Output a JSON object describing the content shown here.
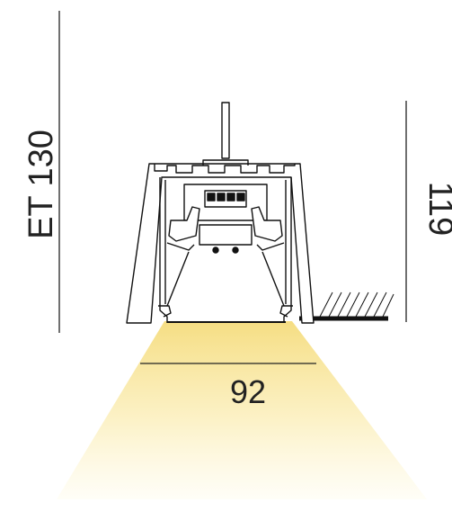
{
  "dimensions": {
    "height_left_label": "ET 130",
    "height_right_label": "119",
    "width_label": "92"
  },
  "colors": {
    "line": "#222222",
    "light_beam_top": "#f7e08a",
    "light_beam_bottom": "#fffbea",
    "background": "#ffffff"
  },
  "icons": {
    "fixture": "linear-light-profile-section",
    "ceiling": "ceiling-hatch"
  }
}
